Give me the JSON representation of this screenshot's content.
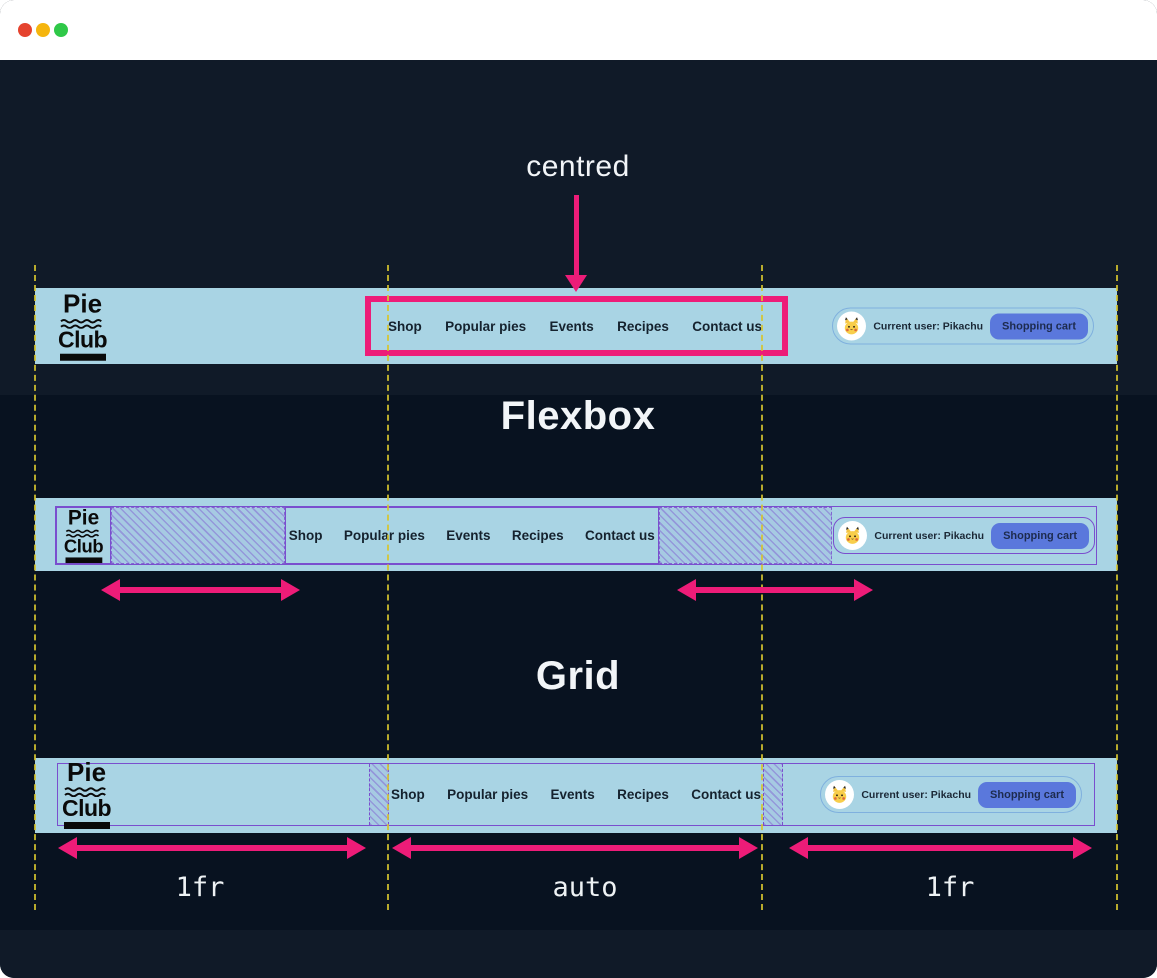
{
  "titlebar": {
    "traffic_lights": {
      "close": "#e5432e",
      "minimize": "#f5b50e",
      "maximize": "#2fc848"
    }
  },
  "annotations": {
    "centred_label": "centred",
    "flexbox_heading": "Flexbox",
    "grid_heading": "Grid",
    "grid_track_labels": [
      "1fr",
      "auto",
      "1fr"
    ]
  },
  "navbar": {
    "logo": {
      "line1": "Pie",
      "line2": "Club"
    },
    "links": [
      "Shop",
      "Popular pies",
      "Events",
      "Recipes",
      "Contact us"
    ],
    "user_chip": {
      "avatar": "pikachu",
      "label": "Current user: Pikachu",
      "cart_button": "Shopping cart"
    }
  },
  "colors": {
    "accent_pink": "#ed1c78",
    "overlay_purple": "#7a4ece",
    "guide_yellow": "#d6c52f",
    "bar_blue": "#a9d4e4",
    "button_blue": "#5a78dc",
    "background_dark": "#0a1322"
  }
}
